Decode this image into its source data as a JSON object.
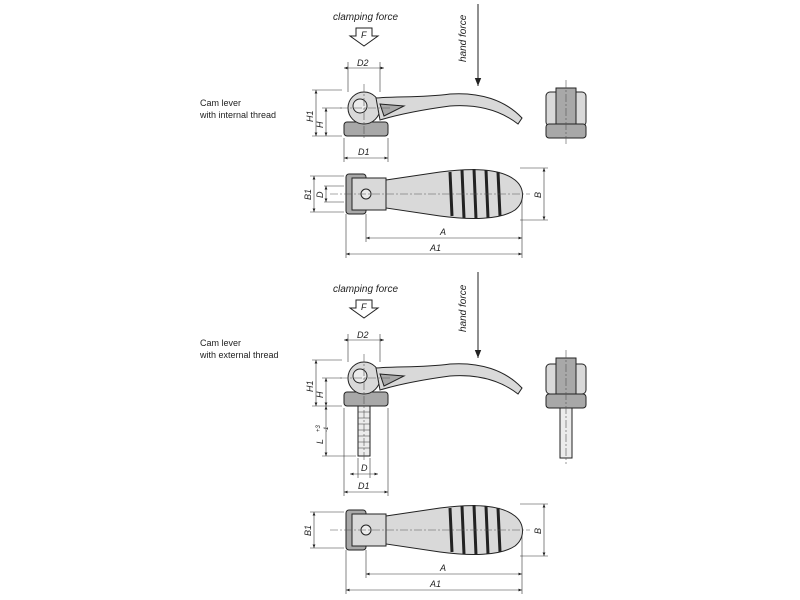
{
  "captions": {
    "internal": [
      "Cam lever",
      "with internal thread"
    ],
    "external": [
      "Cam lever",
      "with external thread"
    ]
  },
  "force": {
    "clamping": "clamping force",
    "hand": "hand force",
    "symbol": "F"
  },
  "dims": {
    "D2": "D2",
    "H1": "H1",
    "H": "H",
    "D1": "D1",
    "D": "D",
    "B1": "B1",
    "B": "B",
    "A": "A",
    "A1": "A1",
    "L": "L",
    "L_tol": "+3",
    "L_tol2": "-1"
  },
  "colors": {
    "line": "#222222",
    "fill": "#d9d9d9",
    "dark": "#a8a8a8"
  }
}
